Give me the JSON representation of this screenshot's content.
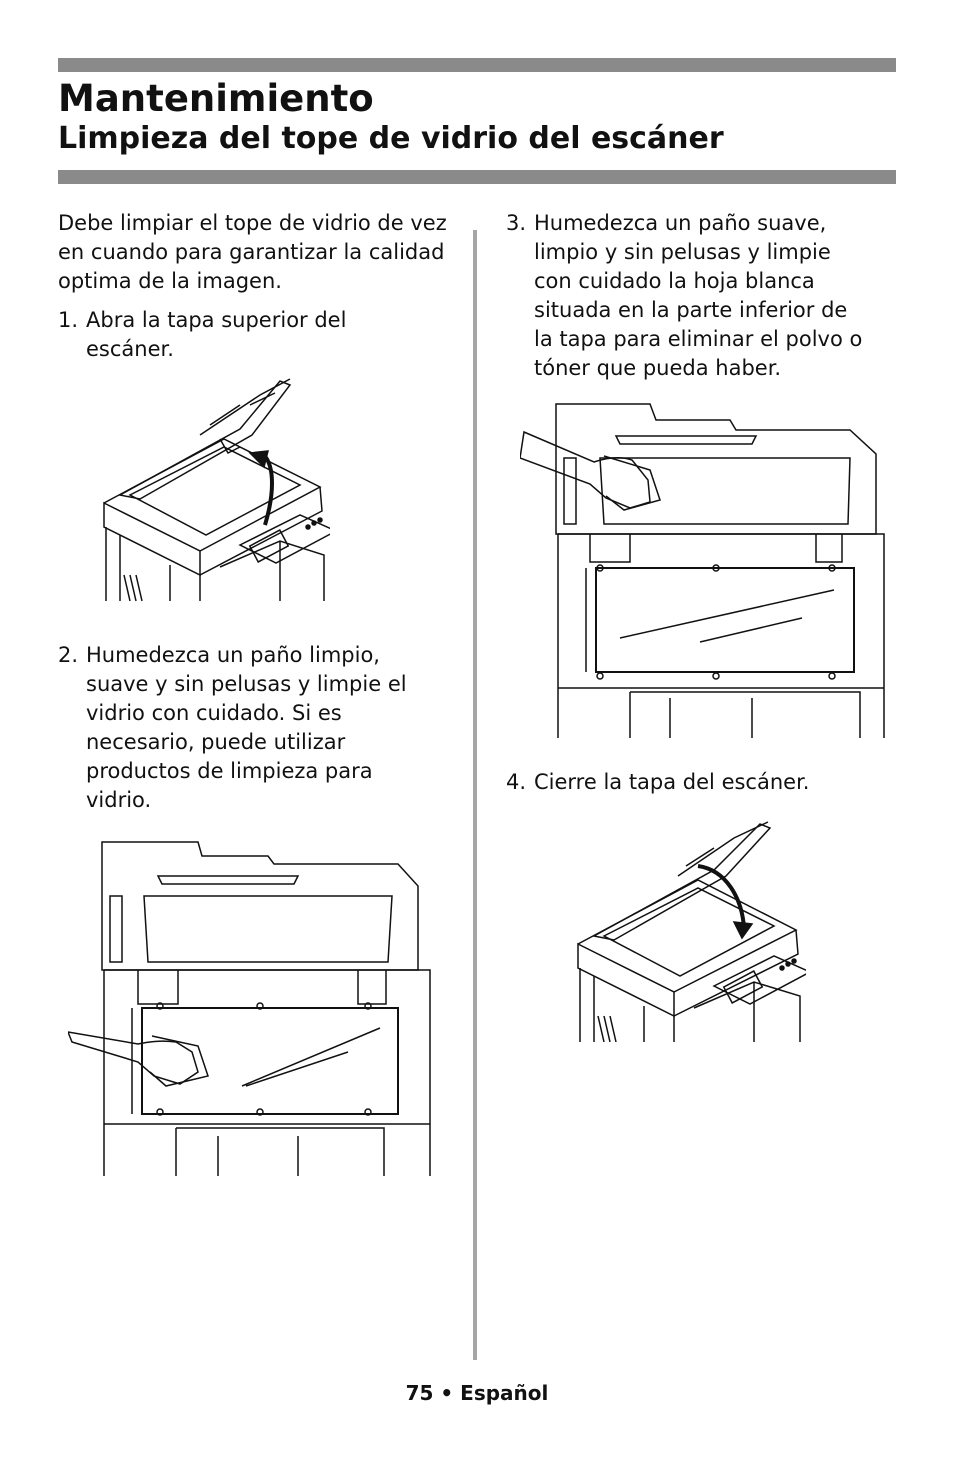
{
  "header": {
    "title": "Mantenimiento",
    "subtitle": "Limpieza del tope de vidrio del escáner"
  },
  "intro": "Debe limpiar el tope de vidrio de vez en cuando para garantizar la calidad optima de la imagen.",
  "steps": [
    {
      "number": "1.",
      "lines": [
        "Abra la tapa superior del",
        "escáner."
      ]
    },
    {
      "number": "2.",
      "lines": [
        "Humedezca un paño limpio,",
        "suave y sin pelusas y limpie el",
        "vidrio con cuidado. Si es",
        "necesario, puede utilizar",
        "productos de limpieza para",
        "vidrio."
      ]
    },
    {
      "number": "3.",
      "lines": [
        "Humedezca un paño suave,",
        "limpio y sin pelusas y limpie",
        "con cuidado la hoja blanca",
        "situada en la parte inferior de",
        "la tapa para eliminar el polvo o",
        "tóner que pueda haber."
      ]
    },
    {
      "number": "4.",
      "lines": [
        "Cierre la tapa del escáner."
      ]
    }
  ],
  "figures": [
    {
      "icon": "scanner-lid-open-illustration"
    },
    {
      "icon": "wipe-glass-illustration"
    },
    {
      "icon": "wipe-lid-sheet-illustration"
    },
    {
      "icon": "scanner-lid-close-illustration"
    }
  ],
  "footer": {
    "page_number": "75",
    "separator": "•",
    "language": "Español"
  }
}
